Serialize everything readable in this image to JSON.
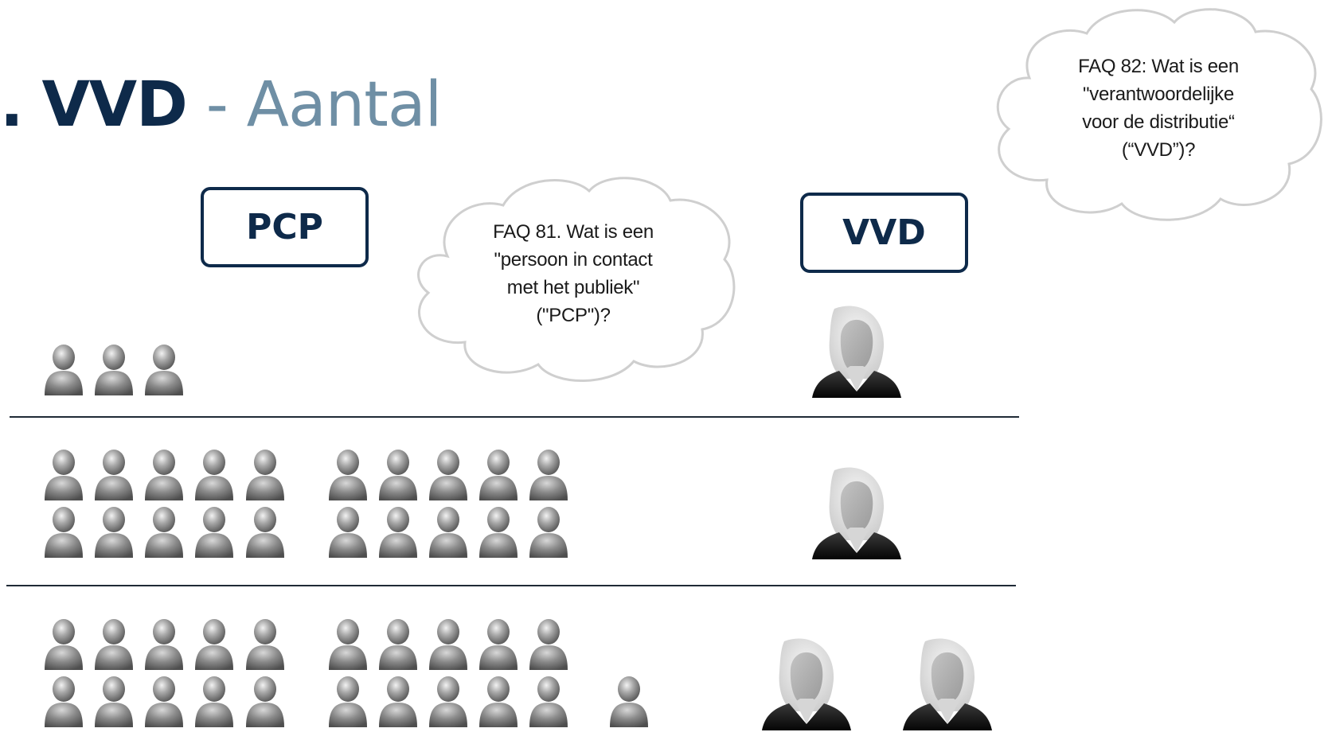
{
  "title": {
    "prefix": ".",
    "strong": "VVD",
    "rest": " - Aantal"
  },
  "boxes": {
    "pcp": "PCP",
    "vvd": "VVD"
  },
  "faq81": {
    "lines": [
      "FAQ 81. Wat is een",
      "\"persoon in contact",
      "met het publiek\"",
      "(\"PCP\")?"
    ]
  },
  "faq82": {
    "lines": [
      "FAQ 82: Wat is een",
      "\"verantwoordelijke",
      "voor de distributie“",
      "(“VVD”)?"
    ]
  },
  "rows": [
    {
      "pcp_count": 3,
      "vvd_count": 1
    },
    {
      "pcp_count": 20,
      "vvd_count": 1
    },
    {
      "pcp_count": 21,
      "vvd_count": 2
    }
  ],
  "icons": {
    "pcp_person": "person-icon",
    "vvd_person": "woman-avatar-icon"
  },
  "colors": {
    "navy": "#0e2a4a",
    "title_gray": "#6f8fa5",
    "cloud_stroke": "#cfcfcf",
    "divider": "#1f2a36"
  }
}
